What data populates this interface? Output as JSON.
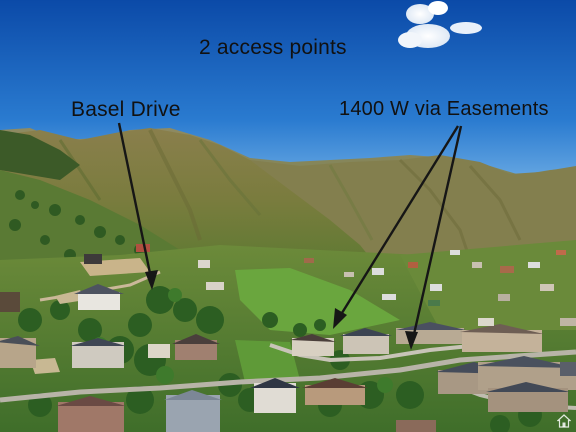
{
  "photo": {
    "description_icon": "aerial-photo",
    "colors": {
      "sky_top": "#0f4fae",
      "sky_bottom": "#5fa6e0",
      "mountain_far": "#8a8a5a",
      "mountain_mid": "#7d7a45",
      "mountain_near": "#6f7a38",
      "field": "#5f9a3a",
      "trees": "#2f6a24",
      "roof_dark": "#3f4450",
      "arrow": "#1a1a1a"
    }
  },
  "annotations": {
    "title": "2 access points",
    "label_left": "Basel Drive",
    "label_right": "1400 W via Easements"
  },
  "watermark": {
    "icon": "home-logo-icon"
  }
}
